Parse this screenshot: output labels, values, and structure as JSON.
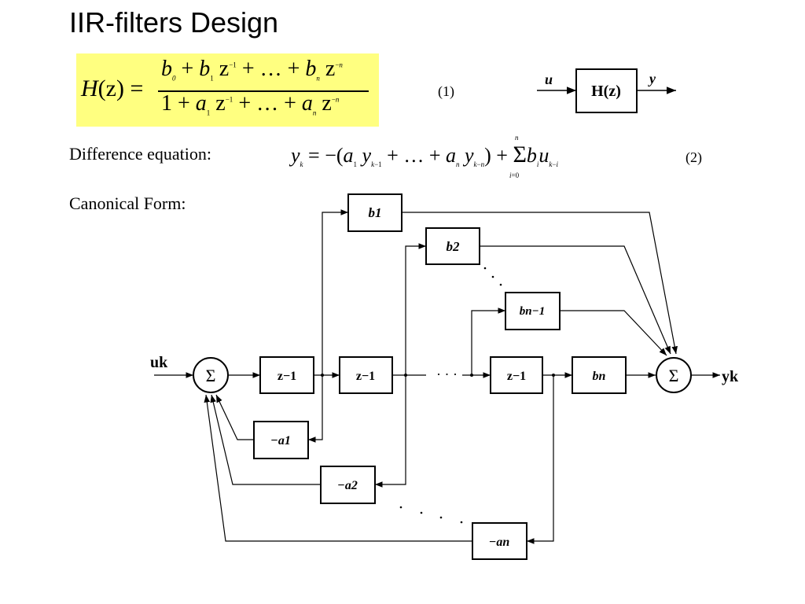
{
  "slide": {
    "title": "IIR-filters Design",
    "formula": {
      "lhs": "H(z) =",
      "numerator": "b0 + b1 z^-1 + … + bn z^-n",
      "denominator": "1 + a1 z^-1 + … + an z^-n",
      "number": "(1)"
    },
    "block": {
      "input": "u",
      "output": "y",
      "label": "H(z)"
    },
    "difference_equation": {
      "label": "Difference equation:",
      "formula": "yk = −(a1 yk−1 + … + an yk−n) + Σ(i=0..n) bi uk−i",
      "number": "(2)"
    },
    "canonical_form": {
      "label": "Canonical  Form:",
      "input": "uk",
      "output": "yk",
      "sum": "Σ",
      "delay": "z−1",
      "ellipsis": "· · ·",
      "b_blocks": [
        "b1",
        "b2",
        "bn−1",
        "bn"
      ],
      "a_blocks": [
        "−a1",
        "−a2",
        "−an"
      ]
    }
  }
}
